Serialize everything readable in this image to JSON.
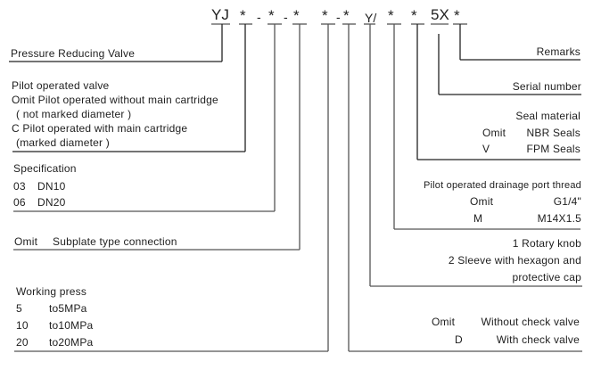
{
  "model_code": {
    "prefix": "YJ",
    "segments": [
      "*",
      "-",
      "*",
      "-",
      "*",
      "*",
      "-",
      "*",
      "Y/",
      "*",
      "*",
      "5X",
      "*"
    ]
  },
  "left_groups": {
    "valve_type": {
      "label": "Pressure Reducing Valve"
    },
    "pilot": {
      "title": "Pilot operated valve",
      "lines": [
        "Omit  Pilot operated without main cartridge",
        "( not marked diameter )",
        "C  Pilot operated with main cartridge",
        "(marked diameter )"
      ]
    },
    "specification": {
      "title": "Specification",
      "options": [
        {
          "code": "03",
          "desc": "DN10"
        },
        {
          "code": "06",
          "desc": "DN20"
        }
      ]
    },
    "connection": {
      "code": "Omit",
      "desc": "Subplate type connection"
    },
    "working_press": {
      "title": "Working press",
      "options": [
        {
          "code": "5",
          "desc": "to5MPa"
        },
        {
          "code": "10",
          "desc": "to10MPa"
        },
        {
          "code": "20",
          "desc": "to20MPa"
        }
      ]
    }
  },
  "right_groups": {
    "remarks": {
      "label": "Remarks"
    },
    "serial": {
      "label": "Serial number"
    },
    "seal": {
      "title": "Seal material",
      "options": [
        {
          "code": "Omit",
          "desc": "NBR Seals"
        },
        {
          "code": "V",
          "desc": "FPM Seals"
        }
      ]
    },
    "drainage": {
      "title": "Pilot operated drainage port thread",
      "options": [
        {
          "code": "Omit",
          "desc": "G1/4\""
        },
        {
          "code": "M",
          "desc": "M14X1.5"
        }
      ]
    },
    "adjustment": {
      "lines": [
        "1 Rotary knob",
        "2 Sleeve with hexagon and",
        "protective cap"
      ]
    },
    "check_valve": {
      "options": [
        {
          "code": "Omit",
          "desc": "Without check valve"
        },
        {
          "code": "D",
          "desc": "With check valve"
        }
      ]
    }
  }
}
